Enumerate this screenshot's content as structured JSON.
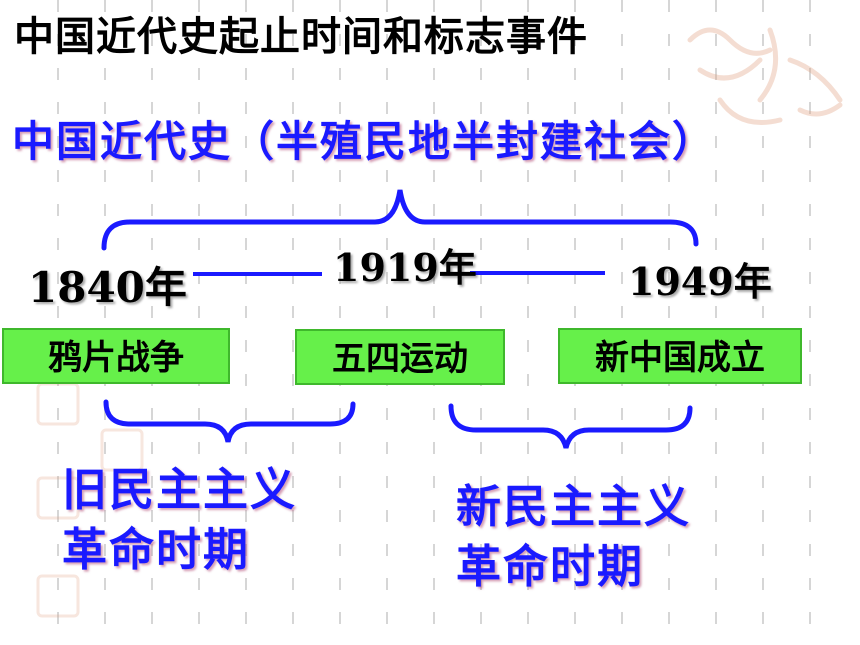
{
  "slide": {
    "title": "中国近代史起止时间和标志事件",
    "subtitle": "中国近代史（半殖民地半封建社会）",
    "years": {
      "start": "1840年",
      "middle": "1919年",
      "end": "1949年"
    },
    "events": {
      "start": "鸦片战争",
      "middle": "五四运动",
      "end": "新中国成立"
    },
    "periods": {
      "old": {
        "line1": "旧民主主义",
        "line2": "革命时期"
      },
      "new": {
        "line1": "新民主主义",
        "line2": "革命时期"
      }
    }
  },
  "colors": {
    "accent_blue": "#1a1aff",
    "event_fill": "#66f04a",
    "title_text": "#000000"
  },
  "icons": [
    "brace-top",
    "brace-left",
    "brace-right",
    "watermark-seal"
  ]
}
